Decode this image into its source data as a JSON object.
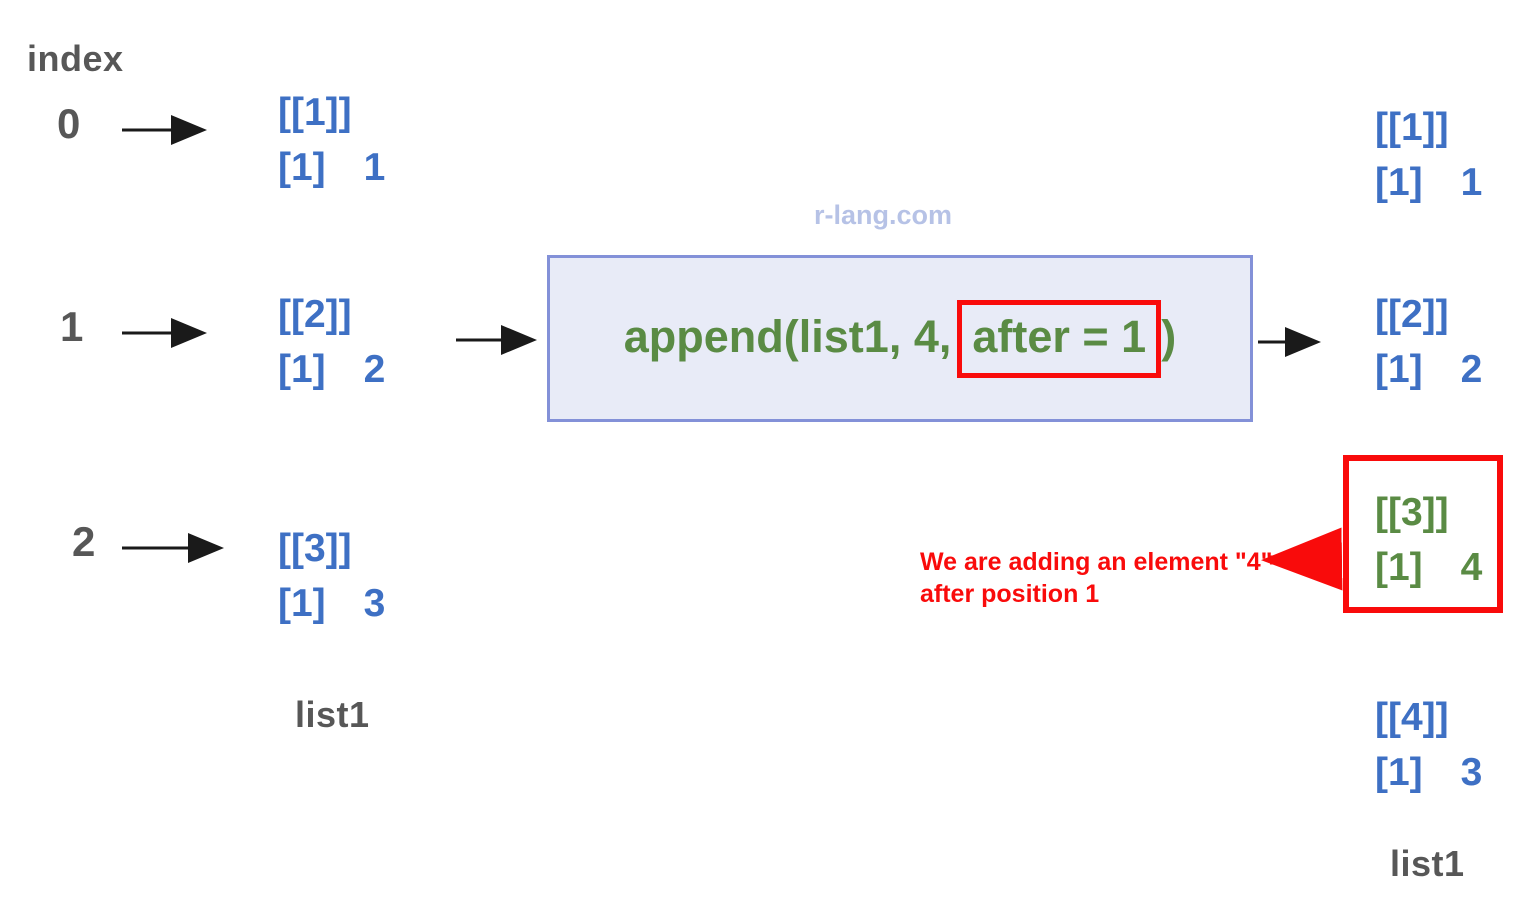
{
  "watermark": "r-lang.com",
  "index_column": {
    "label": "index",
    "values": [
      "0",
      "1",
      "2"
    ]
  },
  "left_list": {
    "label": "list1",
    "items": [
      {
        "outer": "[[1]]",
        "inner": "[1]",
        "value": "1"
      },
      {
        "outer": "[[2]]",
        "inner": "[1]",
        "value": "2"
      },
      {
        "outer": "[[3]]",
        "inner": "[1]",
        "value": "3"
      }
    ]
  },
  "function_box": {
    "code_prefix": "append(list1, 4,",
    "highlighted_arg": "after = 1",
    "code_suffix": ")"
  },
  "right_list": {
    "label": "list1",
    "items": [
      {
        "outer": "[[1]]",
        "inner": "[1]",
        "value": "1"
      },
      {
        "outer": "[[2]]",
        "inner": "[1]",
        "value": "2"
      },
      {
        "outer": "[[3]]",
        "inner": "[1]",
        "value": "4"
      },
      {
        "outer": "[[4]]",
        "inner": "[1]",
        "value": "3"
      }
    ]
  },
  "annotation": {
    "line1": "We are adding an element \"4\"",
    "line2": "after position 1"
  },
  "colors": {
    "blue_text": "#3E70C4",
    "green_text": "#5A8B44",
    "red_accent": "#F90B0B",
    "gray_text": "#575757",
    "box_fill": "#E8EBF7",
    "box_border": "#8391D8",
    "watermark": "#B6C2E6"
  }
}
